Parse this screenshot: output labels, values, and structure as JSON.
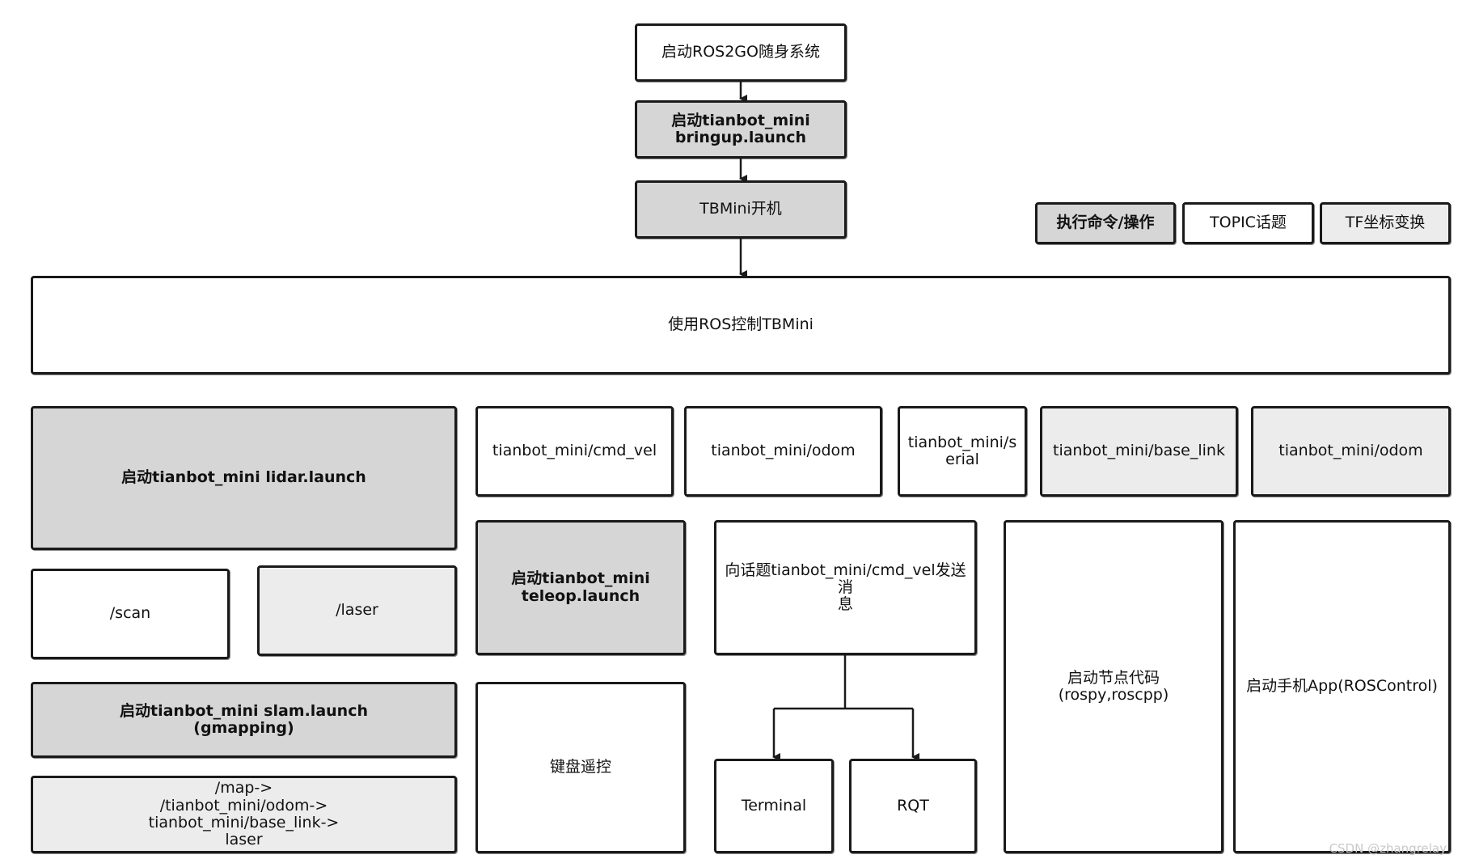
{
  "boxes": {
    "start_ros2go": "启动ROS2GO随身系统",
    "bringup": "启动tianbot_mini\nbringup.launch",
    "power_on": "TBMini开机",
    "use_ros": "使用ROS控制TBMini",
    "lidar_launch": "启动tianbot_mini lidar.launch",
    "scan": "/scan",
    "laser": "/laser",
    "slam_launch": "启动tianbot_mini slam.launch\n(gmapping)",
    "tf_chain": "/map->\n/tianbot_mini/odom->\ntianbot_mini/base_link->\nlaser",
    "cmd_vel": "tianbot_mini/cmd_vel",
    "odom_topic": "tianbot_mini/odom",
    "serial": "tianbot_mini/s\nerial",
    "base_link": "tianbot_mini/base_link",
    "odom_tf": "tianbot_mini/odom",
    "teleop_launch": "启动tianbot_mini\nteleop.launch",
    "send_msg": "向话题tianbot_mini/cmd_vel发送消\n息",
    "keyboard": "键盘遥控",
    "terminal": "Terminal",
    "rqt": "RQT",
    "start_node": "启动节点代码(rospy,roscpp)",
    "start_app": "启动手机App(ROSControl)"
  },
  "legend": {
    "command": "执行命令/操作",
    "topic": "TOPIC话题",
    "tf": "TF坐标变换"
  },
  "colors": {
    "command_fill": "#d6d6d6",
    "tf_fill": "#ececec",
    "topic_fill": "#ffffff",
    "border": "#1a1a1a"
  },
  "watermark": "CSDN @zhangrelay"
}
